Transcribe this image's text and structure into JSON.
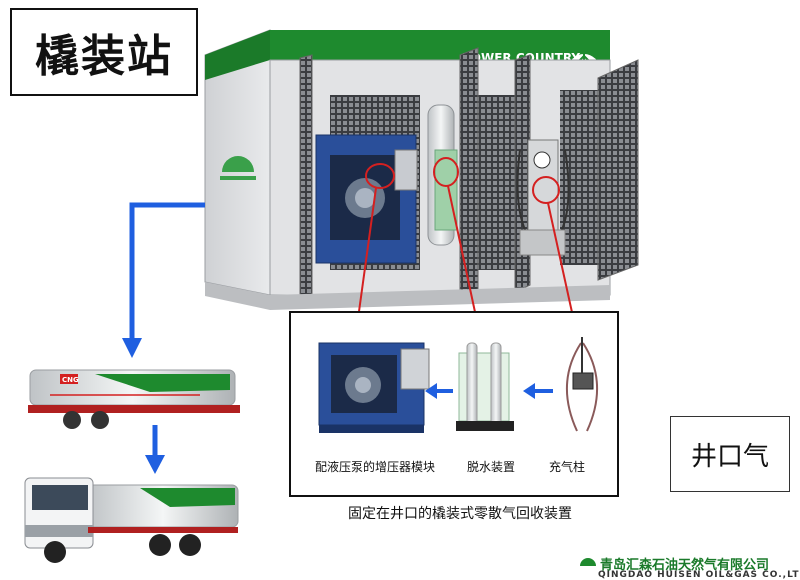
{
  "title": "橇装站",
  "brand_text": "POWER COUNTRY",
  "detail_captions": {
    "booster": "配液压泵的增压器模块",
    "dehydrator": "脱水装置",
    "dispenser": "充气柱"
  },
  "main_caption": "固定在井口的橇装式零散气回收装置",
  "wellhead_label": "井口气",
  "trailer_sign": "CNG",
  "company_name": "青岛汇森石油天然气有限公司",
  "company_name_en": "QINGDAO HUISEN OIL&GAS CO.,LTD",
  "colors": {
    "brand_green": "#1e8a2e",
    "flow_blue": "#1f5fe0",
    "pointer_red": "#d42020",
    "booster_blue": "#2a4f9a"
  }
}
